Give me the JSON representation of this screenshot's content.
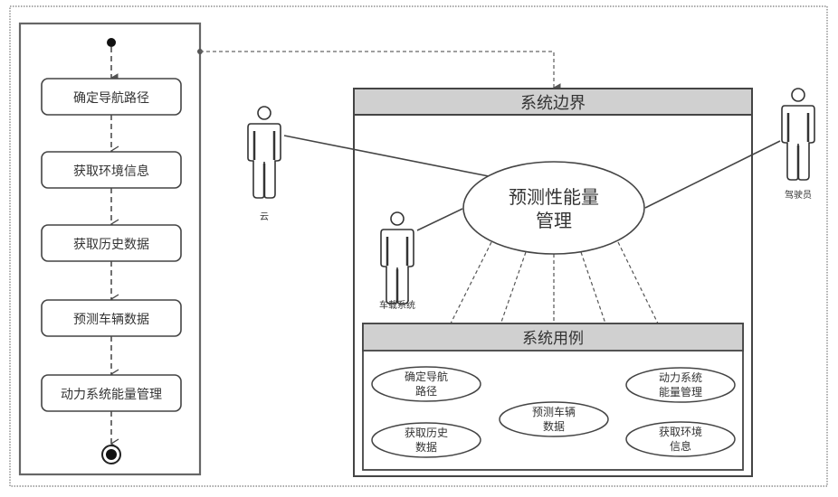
{
  "activity": {
    "steps": [
      "确定导航路径",
      "获取环境信息",
      "获取历史数据",
      "预测车辆数据",
      "动力系统能量管理"
    ]
  },
  "system_boundary": {
    "title": "系统边界",
    "main_usecase": {
      "line1": "预测性能量",
      "line2": "管理"
    }
  },
  "actors": {
    "cloud": "云",
    "vehicle": "车载系统",
    "driver": "驾驶员"
  },
  "usecases": {
    "title": "系统用例",
    "items": [
      {
        "line1": "确定导航",
        "line2": "路径"
      },
      {
        "line1": "获取历史",
        "line2": "数据"
      },
      {
        "line1": "预测车辆",
        "line2": "数据"
      },
      {
        "line1": "动力系统",
        "line2": "能量管理"
      },
      {
        "line1": "获取环境",
        "line2": "信息"
      }
    ]
  },
  "colors": {
    "header_fill": "#d0d0d0",
    "line": "#444444"
  }
}
